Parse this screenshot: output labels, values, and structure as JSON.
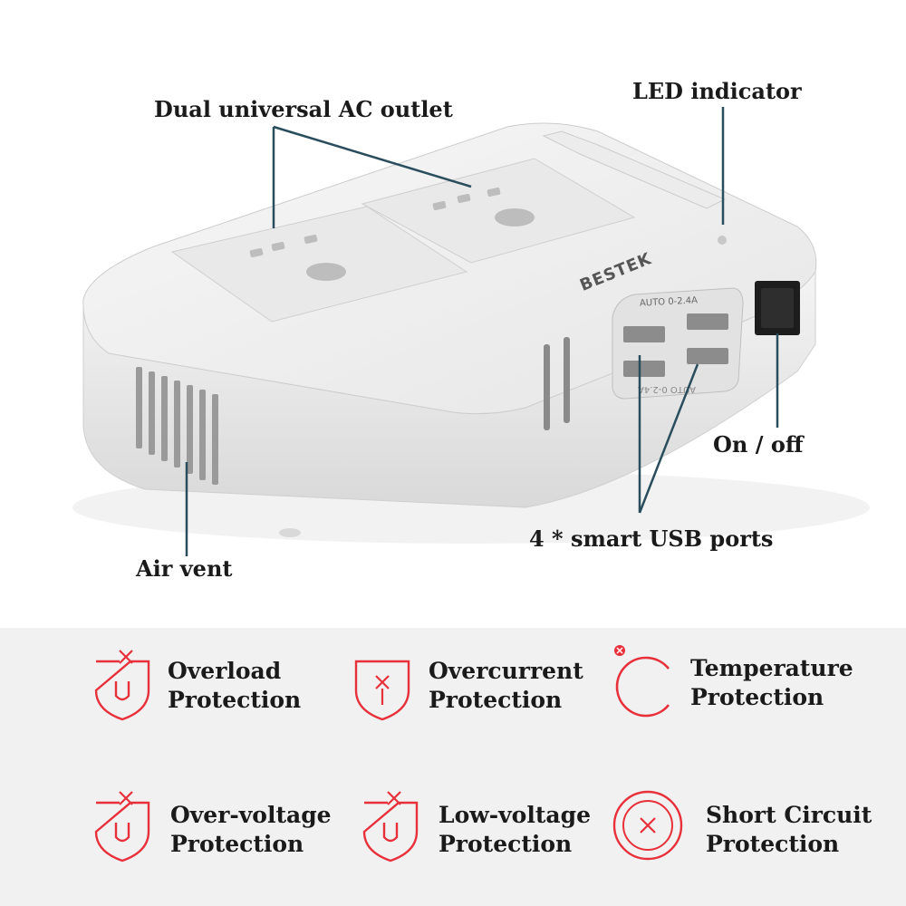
{
  "product": {
    "brand": "BESTEK",
    "usb_rating_top": "AUTO 0-2.4A",
    "usb_rating_bottom": "AUTO 0-2.4A"
  },
  "callouts": {
    "ac_outlet": "Dual universal AC outlet",
    "led": "LED indicator",
    "switch": "On / off",
    "usb": "4 * smart USB ports",
    "vent": "Air vent"
  },
  "protections": [
    {
      "line1": "Overload",
      "line2": "Protection",
      "icon": "shield-u-cross-icon"
    },
    {
      "line1": "Overcurrent",
      "line2": "Protection",
      "icon": "shield-arrow-icon"
    },
    {
      "line1": "Temperature",
      "line2": "Protection",
      "icon": "thermal-circle-icon"
    },
    {
      "line1": "Over-voltage",
      "line2": "Protection",
      "icon": "shield-u-cross-icon"
    },
    {
      "line1": "Low-voltage",
      "line2": "Protection",
      "icon": "shield-u-cross-icon"
    },
    {
      "line1": "Short Circuit",
      "line2": "Protection",
      "icon": "circle-x-icon"
    }
  ],
  "colors": {
    "accent": "#e8303a",
    "line": "#2a4d5e",
    "band": "#f1f1f1"
  }
}
